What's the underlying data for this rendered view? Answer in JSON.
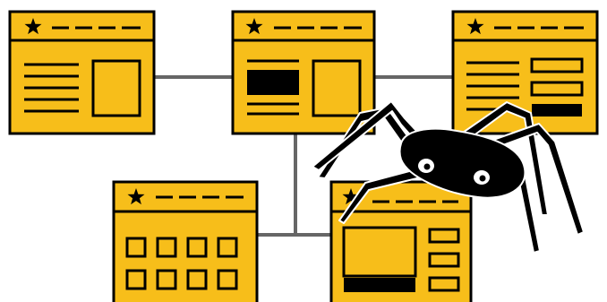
{
  "illustration": {
    "subject": "web-crawler-spider",
    "page_count": 5,
    "icons": {
      "favorite": "star-icon",
      "title_placeholder": "dashed-title-line",
      "crawler": "spider-icon"
    },
    "colors": {
      "page_fill": "#F7BE1A",
      "outline": "#000000",
      "connector": "#666666",
      "background": "#FFFFFF",
      "spider_body": "#000000",
      "spider_eye": "#FFFFFF"
    },
    "pages": [
      {
        "name": "page-card-top-left",
        "layout": "text-lines-with-image-box"
      },
      {
        "name": "page-card-top-center",
        "layout": "banner-block-with-text-and-image-box"
      },
      {
        "name": "page-card-top-right",
        "layout": "text-lines-with-form-fields"
      },
      {
        "name": "page-card-bottom-left",
        "layout": "thumbnail-grid"
      },
      {
        "name": "page-card-bottom-right",
        "layout": "media-panel-with-side-buttons"
      }
    ]
  }
}
